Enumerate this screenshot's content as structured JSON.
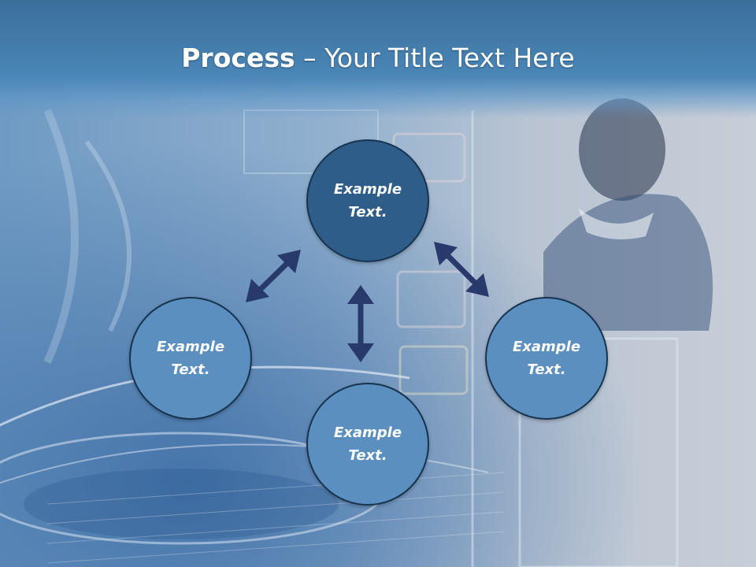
{
  "title": {
    "bold": "Process",
    "rest": " – Your Title Text Here"
  },
  "nodes": {
    "top": {
      "line1": "Example",
      "line2": "Text."
    },
    "left": {
      "line1": "Example",
      "line2": "Text."
    },
    "bottom": {
      "line1": "Example",
      "line2": "Text."
    },
    "right": {
      "line1": "Example",
      "line2": "Text."
    }
  },
  "colors": {
    "title_band": "#4a86b7",
    "node_top": "#2e5d8a",
    "node_other": "#5a8fbf",
    "node_border": "#17344f",
    "arrow": "#283a6b"
  }
}
